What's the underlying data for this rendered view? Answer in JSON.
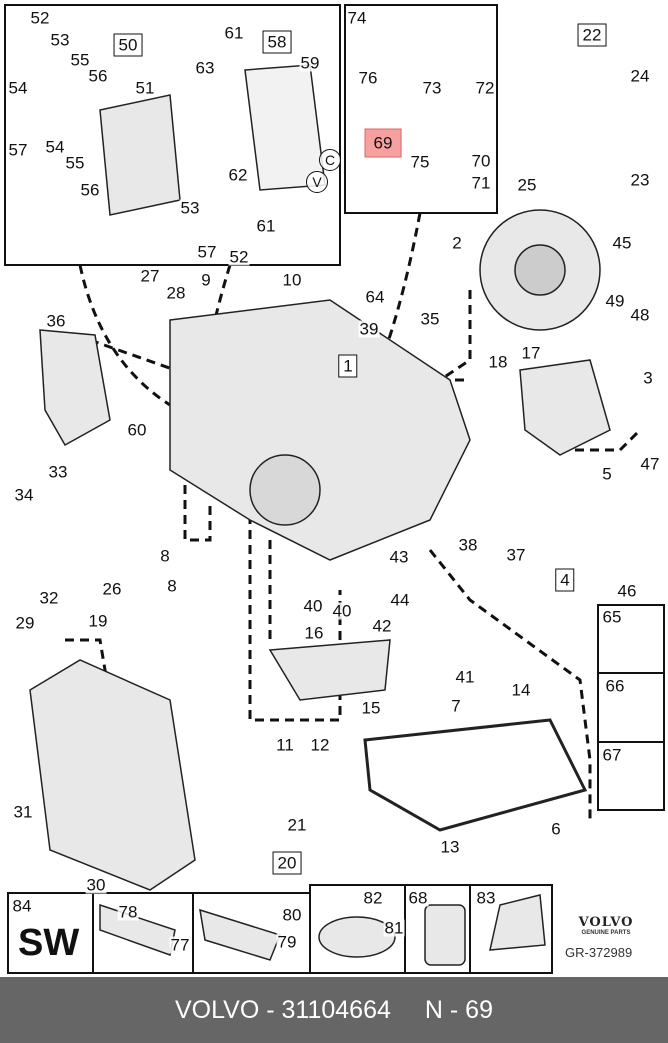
{
  "diagram": {
    "callouts": [
      "52",
      "53",
      "50",
      "55",
      "56",
      "51",
      "54",
      "54",
      "57",
      "55",
      "56",
      "61",
      "58",
      "63",
      "59",
      "62",
      "53",
      "57",
      "52",
      "61",
      "C",
      "V",
      "74",
      "76",
      "73",
      "72",
      "69",
      "75",
      "70",
      "71",
      "22",
      "24",
      "23",
      "25",
      "45",
      "2",
      "27",
      "9",
      "10",
      "28",
      "64",
      "36",
      "39",
      "35",
      "1",
      "49",
      "48",
      "18",
      "17",
      "3",
      "60",
      "47",
      "5",
      "33",
      "34",
      "38",
      "37",
      "8",
      "8",
      "43",
      "26",
      "32",
      "4",
      "46",
      "40",
      "40",
      "44",
      "29",
      "19",
      "16",
      "42",
      "65",
      "66",
      "67",
      "41",
      "15",
      "14",
      "7",
      "11",
      "12",
      "31",
      "21",
      "6",
      "13",
      "20",
      "30",
      "84",
      "78",
      "77",
      "80",
      "79",
      "82",
      "81",
      "68",
      "83"
    ],
    "highlighted_callout": "69",
    "highlight_color": "#f7a0a0",
    "sw_label": "SW",
    "brand": "VOLVO",
    "brand_sub": "GENUINE PARTS",
    "drawing_code": "GR-372989"
  },
  "footer": {
    "part_text": "VOLVO - 31104664",
    "position_text": "N - 69",
    "background": "#666666"
  }
}
